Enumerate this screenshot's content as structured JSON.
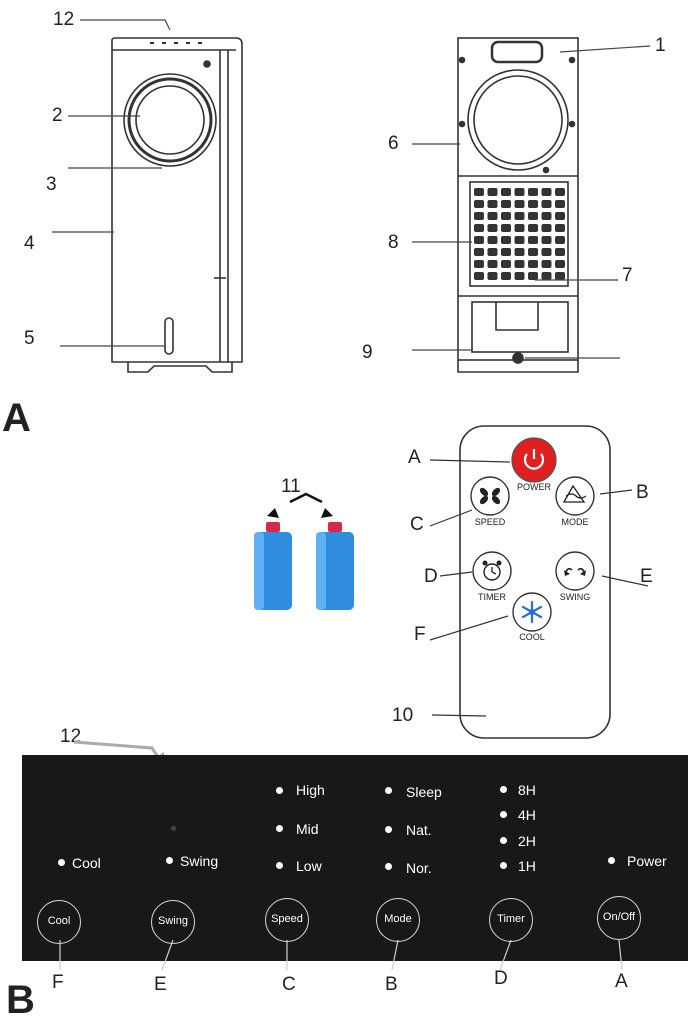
{
  "figure_a": {
    "section_label": "A",
    "callouts": [
      "12",
      "2",
      "3",
      "4",
      "5",
      "1",
      "6",
      "8",
      "7",
      "9",
      "11",
      "10"
    ],
    "remote": {
      "letters": [
        "A",
        "B",
        "C",
        "D",
        "E",
        "F"
      ],
      "buttons": [
        "POWER",
        "SPEED",
        "MODE",
        "TIMER",
        "SWING",
        "COOL"
      ]
    }
  },
  "figure_b": {
    "section_label": "B",
    "callout": "12",
    "indicators": {
      "cool": "Cool",
      "swing": "Swing",
      "speed": [
        "High",
        "Mid",
        "Low"
      ],
      "mode": [
        "Sleep",
        "Nat.",
        "Nor."
      ],
      "timer": [
        "8H",
        "4H",
        "2H",
        "1H"
      ],
      "power": "Power"
    },
    "buttons": [
      "Cool",
      "Swing",
      "Speed",
      "Mode",
      "Timer",
      "On/Off"
    ],
    "letters": [
      "F",
      "E",
      "C",
      "B",
      "D",
      "A"
    ]
  },
  "colors": {
    "panel_bg": "#181818",
    "power_button": "#e02020",
    "bottle_blue": "#2f8de0",
    "bottle_cap": "#d8284a",
    "cool_icon": "#2a6fd6"
  }
}
